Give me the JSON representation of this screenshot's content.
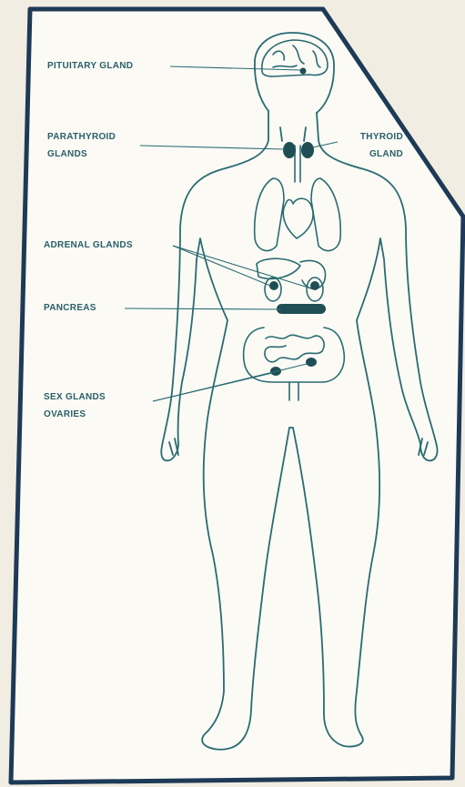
{
  "labels": {
    "pituitary": "PITUITARY GLAND",
    "parathyroid_line1": "PARATHYROID",
    "parathyroid_line2": "GLANDS",
    "thyroid_line1": "THYROID",
    "thyroid_line2": "GLAND",
    "adrenal": "ADRENAL GLANDS",
    "pancreas": "PANCREAS",
    "sex_line1": "SEX GLANDS",
    "sex_line2": "OVARIES"
  },
  "colors": {
    "background": "#f1ede3",
    "panel": "#fbfaf5",
    "frame": "#1d3a56",
    "outline": "#2a6b72",
    "gland": "#1f4f55",
    "label_text": "#2a5f68"
  }
}
